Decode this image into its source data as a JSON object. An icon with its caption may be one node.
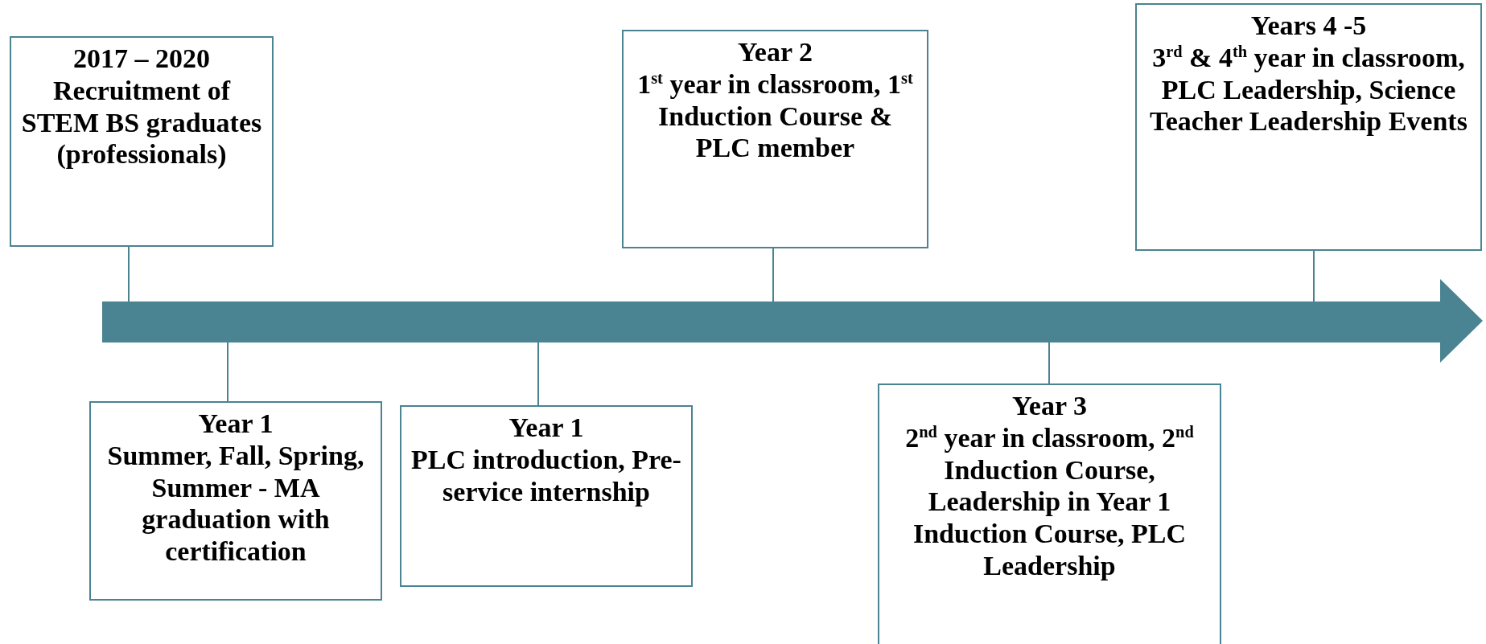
{
  "diagram": {
    "nodes": [
      {
        "text": [
          "2017 – 2020",
          "Recruitment of STEM BS graduates (professionals)"
        ]
      },
      {
        "text": [
          "Year 1",
          "Summer, Fall, Spring, Summer - MA graduation with certification"
        ]
      },
      {
        "text": [
          "Year 1",
          "PLC introduction, Pre-service internship"
        ]
      },
      {
        "text": [
          "Year 2",
          "1$^{st}$ year in classroom, 1$^{st}$ Induction Course & PLC member"
        ]
      },
      {
        "text": [
          "Year 3",
          "2$^{nd}$ year in classroom, 2$^{nd}$ Induction Course, Leadership in Year 1 Induction Course, PLC Leadership"
        ]
      },
      {
        "text": [
          "Years 4 -5",
          "3$^{rd}$ & 4$^{th}$ year in classroom, PLC Leadership, Science Teacher Leadership Events"
        ]
      },
      {
        "text": [],
        "shape": "arrow"
      }
    ],
    "edges": [
      {
        "from": 0,
        "to": 6,
        "arrow": "none"
      },
      {
        "from": 1,
        "to": 6,
        "arrow": "none"
      },
      {
        "from": 2,
        "to": 6,
        "arrow": "none"
      },
      {
        "from": 3,
        "to": 6,
        "arrow": "none"
      },
      {
        "from": 4,
        "to": 6,
        "arrow": "none"
      },
      {
        "from": 5,
        "to": 6,
        "arrow": "none"
      }
    ]
  }
}
